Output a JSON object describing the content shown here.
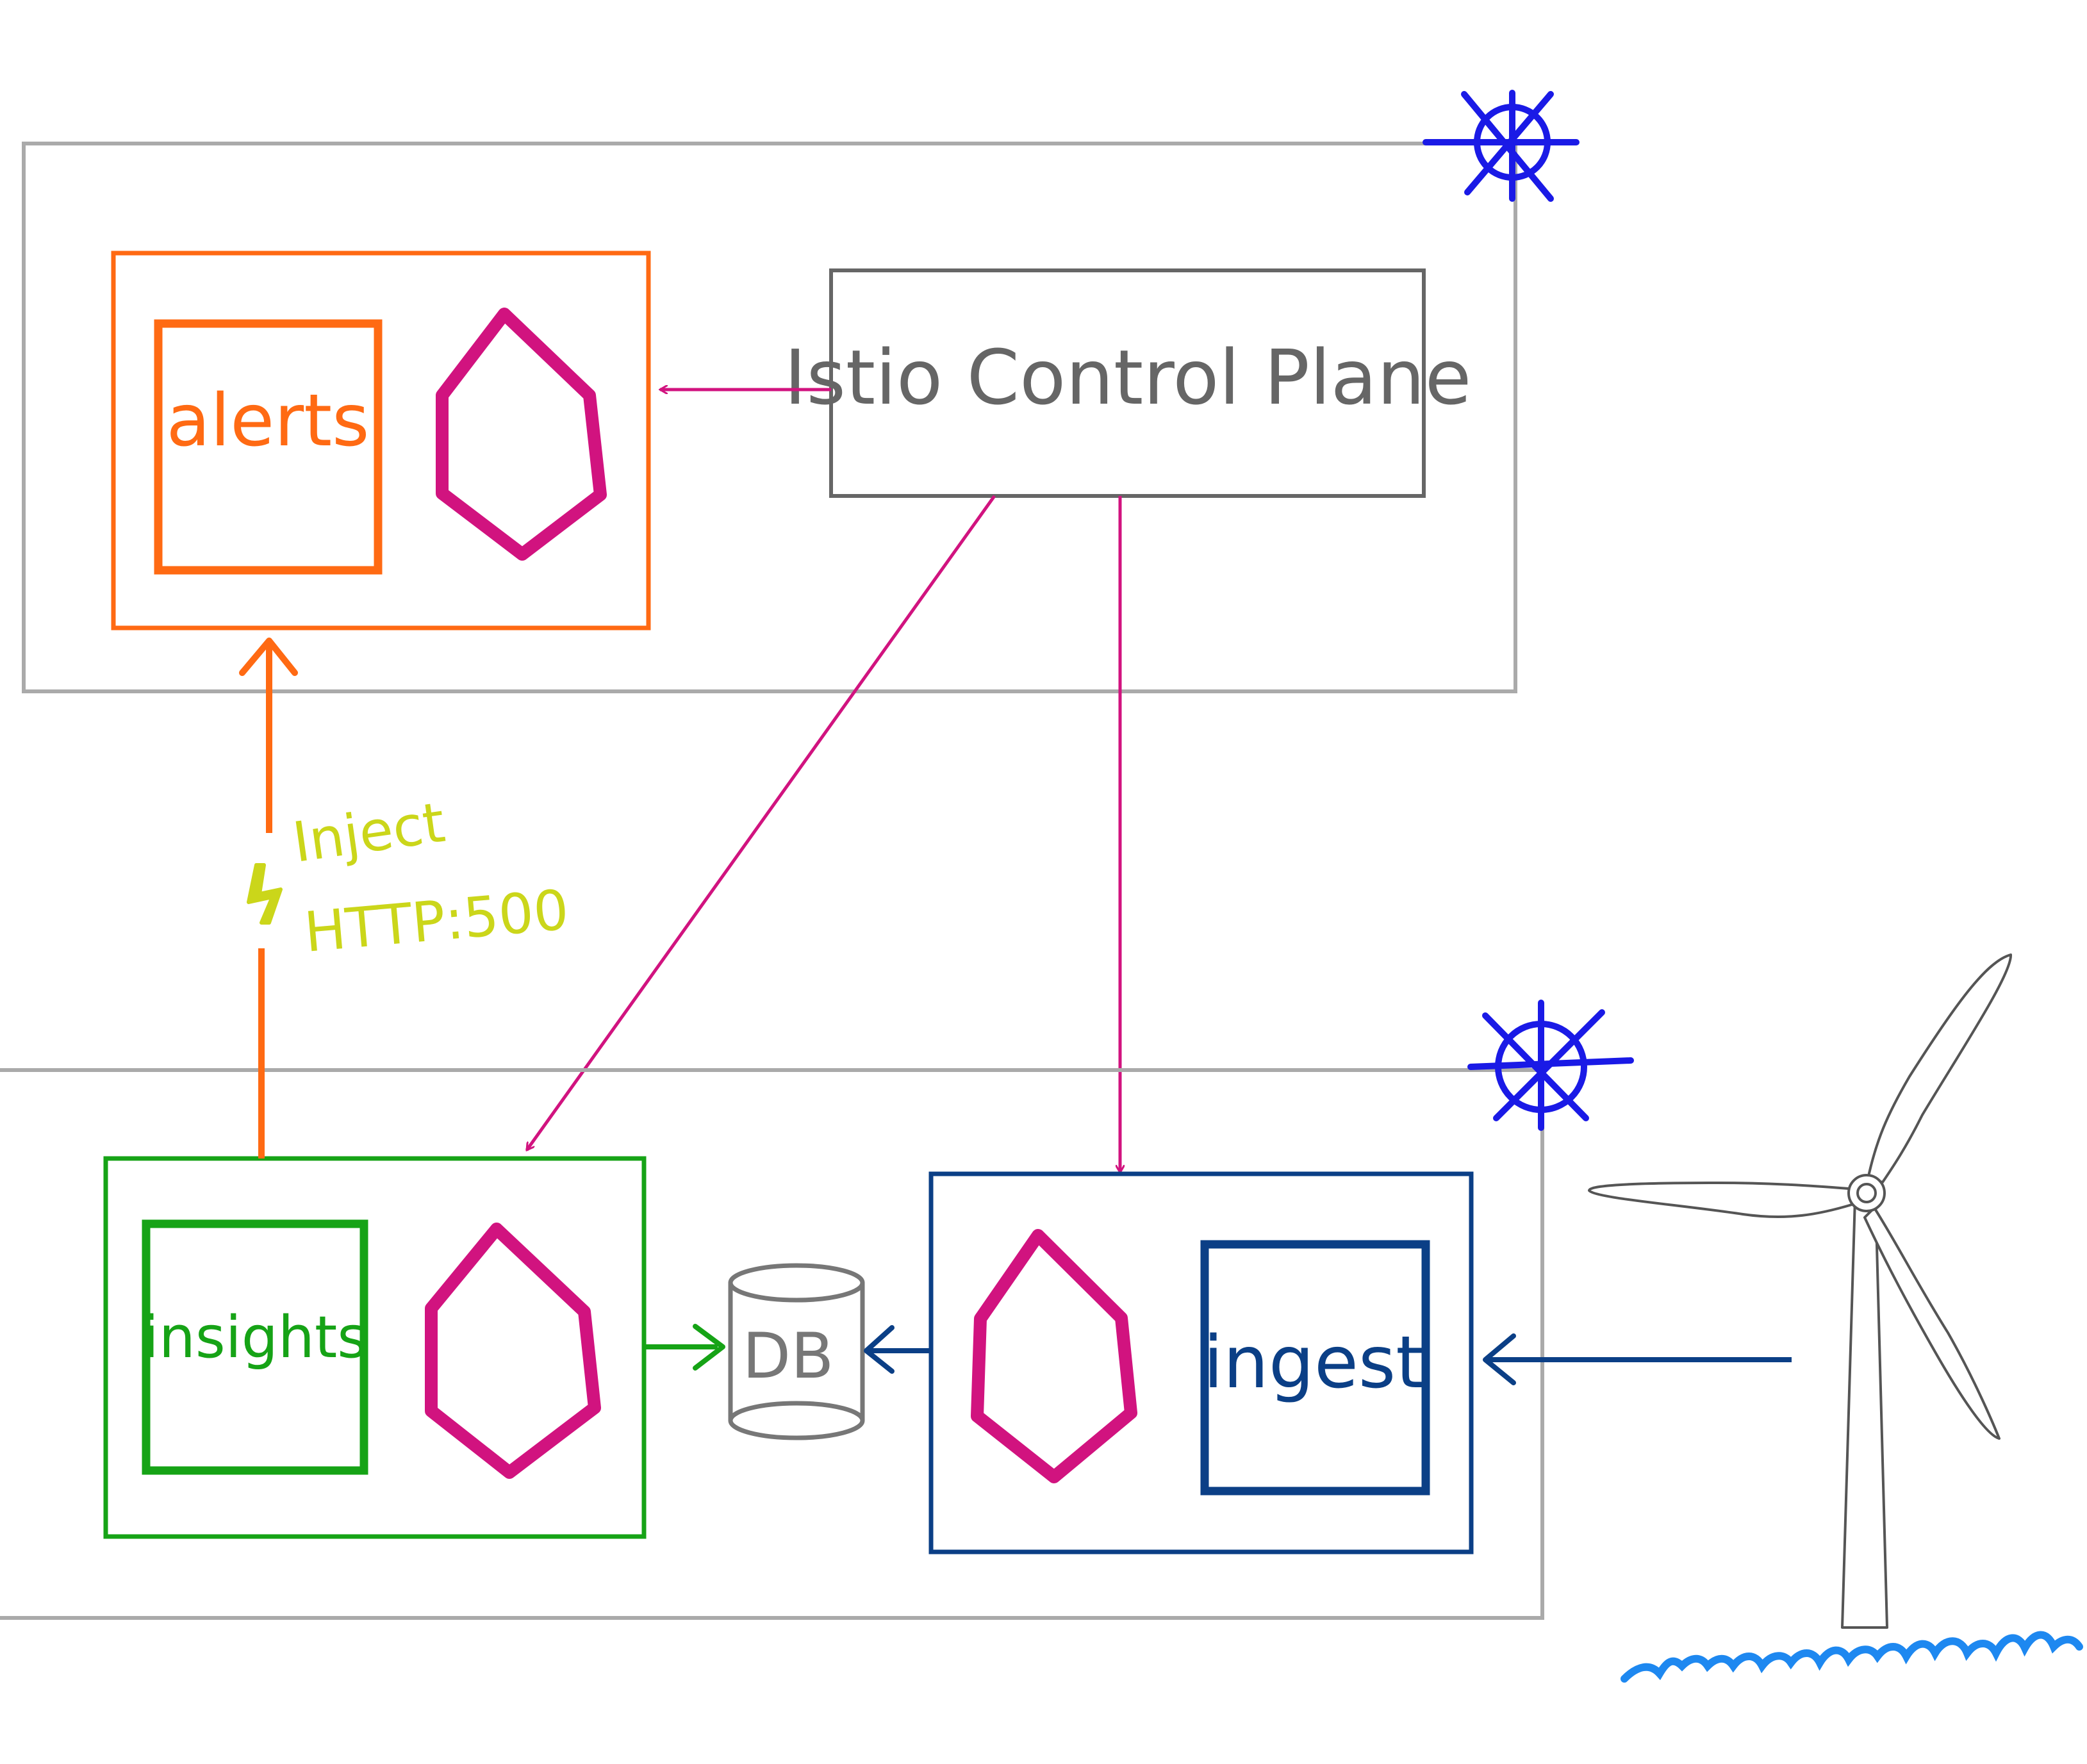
{
  "labels": {
    "control_plane": "Istio Control Plane",
    "alerts": "alerts",
    "insights": "insights",
    "ingest": "ingest",
    "db": "DB",
    "fault_line1": "Inject",
    "fault_line2": "HTTP:500"
  },
  "colors": {
    "cluster_border": "#aaaaaa",
    "control_plane": "#666666",
    "alerts": "#ff6a13",
    "insights": "#16a316",
    "ingest": "#0b3f86",
    "proxy": "#d1137f",
    "fault": "#cbd61a",
    "helm": "#1a1ae6",
    "water": "#1e88f0"
  },
  "icons": {
    "cluster_logo": "kubernetes-helm-icon",
    "sidecar": "envoy-proxy-hexagon-icon",
    "fault": "lightning-bolt-icon",
    "source": "wind-turbine-icon"
  }
}
